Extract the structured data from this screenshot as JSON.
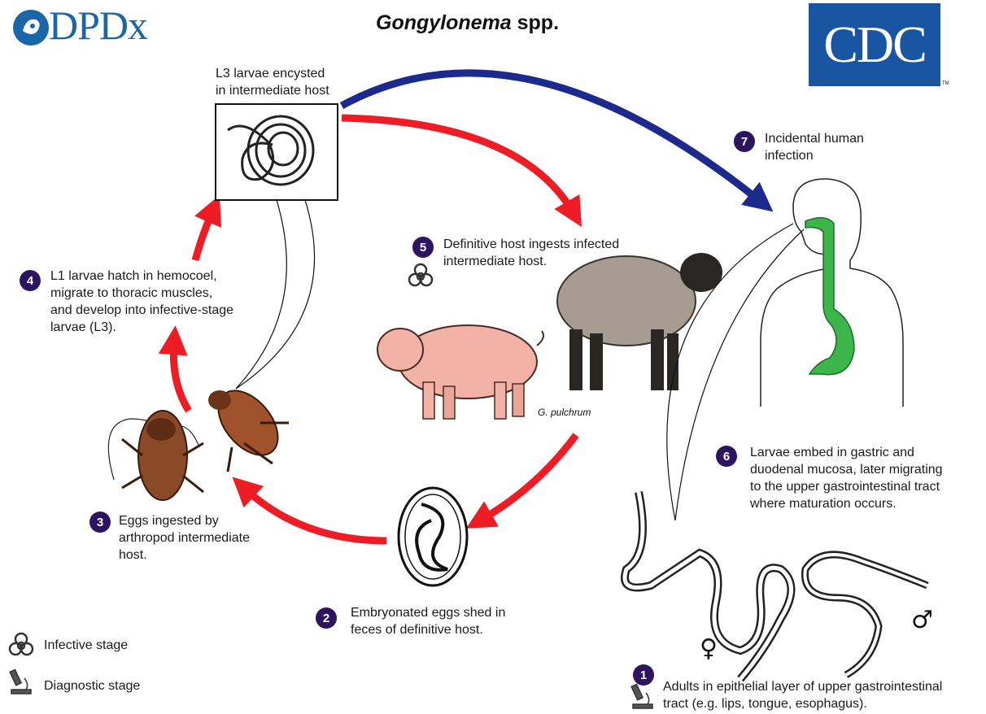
{
  "header": {
    "logo_left": "DPDx",
    "title_italic": "Gongylonema",
    "title_rest": " spp.",
    "logo_right": "CDC",
    "logo_right_mark": "TM"
  },
  "host_box_label": "L3 larvae encysted\nin intermediate host",
  "steps": [
    {
      "num": "1",
      "text": "Adults in epithelial layer of upper gastrointestinal\ntract (e.g. lips, tongue, esophagus)."
    },
    {
      "num": "2",
      "text": "Embryonated eggs shed in\nfeces of definitive host."
    },
    {
      "num": "3",
      "text": "Eggs ingested by\narthropod intermediate\nhost."
    },
    {
      "num": "4",
      "text": "L1 larvae hatch in hemocoel,\nmigrate to thoracic muscles,\nand develop into infective-stage\nlarvae (L3)."
    },
    {
      "num": "5",
      "text": "Definitive host ingests infected\nintermediate host."
    },
    {
      "num": "6",
      "text": "Larvae embed in gastric and\nduodenal mucosa, later migrating\nto the upper gastrointestinal tract\nwhere maturation occurs."
    },
    {
      "num": "7",
      "text": "Incidental human\ninfection"
    }
  ],
  "species_label": "G. pulchrum",
  "sex_female": "♀",
  "sex_male": "♂",
  "legend": {
    "infective": "Infective stage",
    "diagnostic": "Diagnostic stage"
  },
  "colors": {
    "badge": "#2d1460",
    "red_arrow": "#ee1c25",
    "blue_arrow": "#1b2a8c",
    "esophagus": "#3cb54a",
    "dpdx": "#1b66a8",
    "cdc": "#1a55a2"
  }
}
